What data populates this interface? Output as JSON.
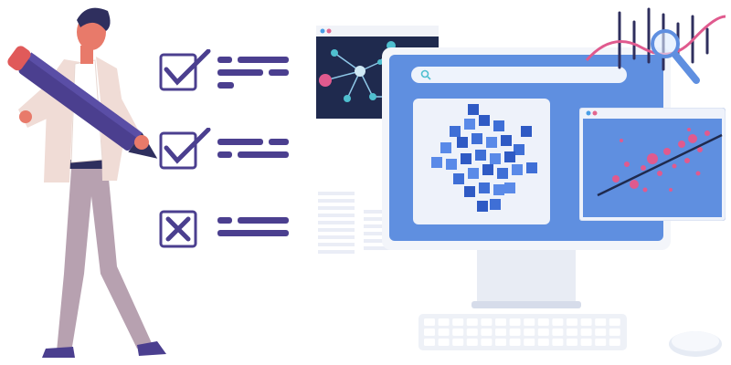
{
  "illustration": {
    "checklist": [
      {
        "state": "checked",
        "icon": "checkmark-icon"
      },
      {
        "state": "checked",
        "icon": "checkmark-icon"
      },
      {
        "state": "crossed",
        "icon": "cross-icon"
      }
    ],
    "monitor": {
      "search_placeholder": "",
      "center_icon": "cubes-cluster-icon"
    },
    "windows": [
      {
        "name": "network-graph-window",
        "dots": [
          "#4a9ee6",
          "#e2668f"
        ]
      },
      {
        "name": "scatter-plot-window",
        "dots": [
          "#4a9ee6",
          "#e2668f"
        ]
      }
    ],
    "colors": {
      "accent_purple": "#4b3f8f",
      "screen_blue": "#5f8fe0",
      "pink": "#e05a8e",
      "dark_navy": "#2f2f5e",
      "teal": "#4fbfcf"
    }
  }
}
